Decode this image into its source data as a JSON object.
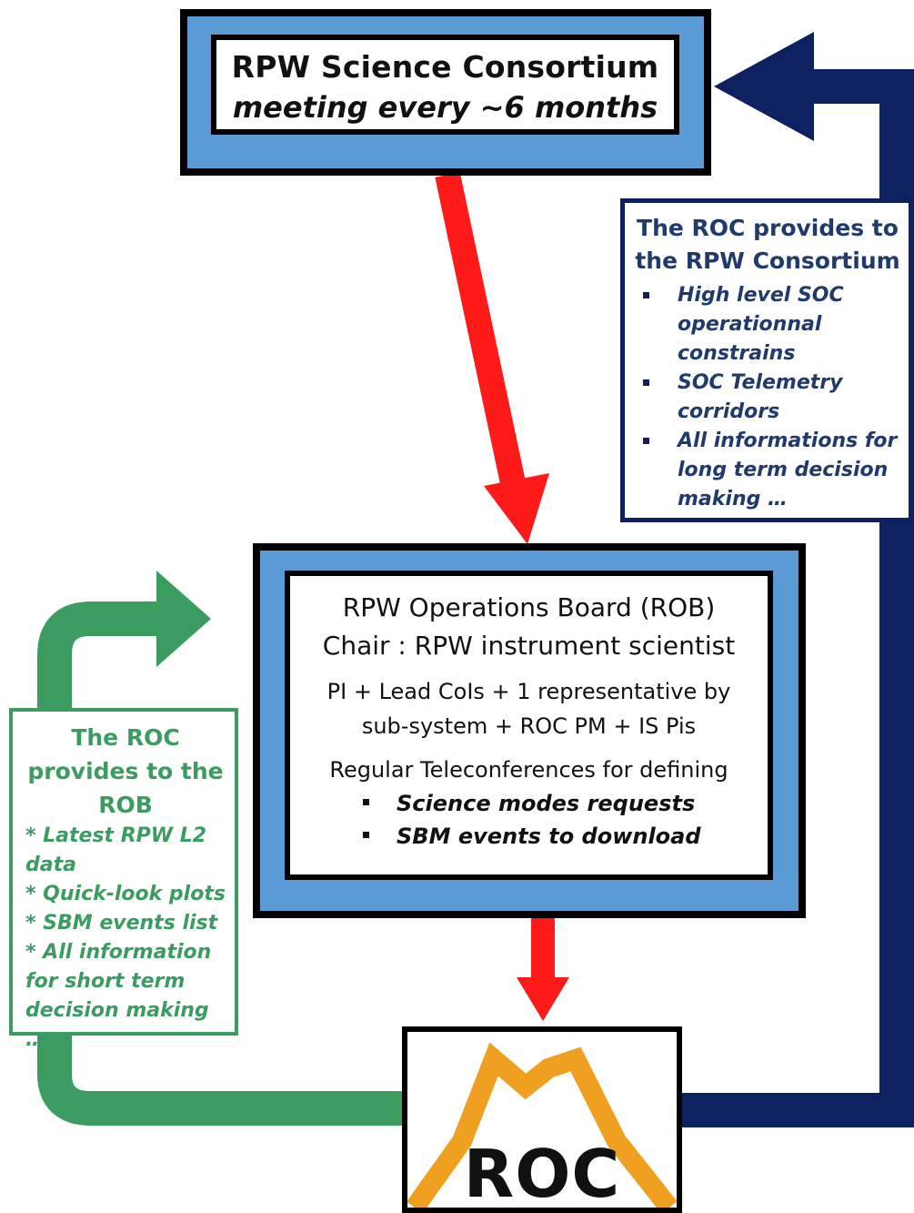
{
  "science_consortium": {
    "title": "RPW Science Consortium",
    "subtitle": "meeting every ~6 months"
  },
  "roc_to_consortium": {
    "title": "The ROC provides to the RPW Consortium",
    "items": [
      "High level SOC operationnal constrains",
      "SOC Telemetry corridors",
      "All informations for long term decision making …"
    ]
  },
  "operations_board": {
    "title": "RPW Operations Board (ROB)",
    "chair": "Chair : RPW instrument scientist",
    "members": "PI + Lead CoIs + 1 representative by sub-system + ROC PM + IS Pis",
    "teleconf": "Regular Teleconferences  for defining",
    "items": [
      "Science modes requests",
      "SBM events to download"
    ]
  },
  "roc_to_rob": {
    "title": "The ROC provides to the ROB",
    "items": [
      "* Latest RPW L2 data",
      "* Quick-look plots",
      "* SBM events list",
      "* All information for short term decision making …"
    ]
  },
  "roc_logo": {
    "label": "ROC"
  },
  "colors": {
    "box_fill": "#5b9bd5",
    "navy_arrow": "#0d2160",
    "red_arrow": "#ff1a1a",
    "green_arrow": "#3a9c5f",
    "logo_orange": "#f0a020"
  }
}
